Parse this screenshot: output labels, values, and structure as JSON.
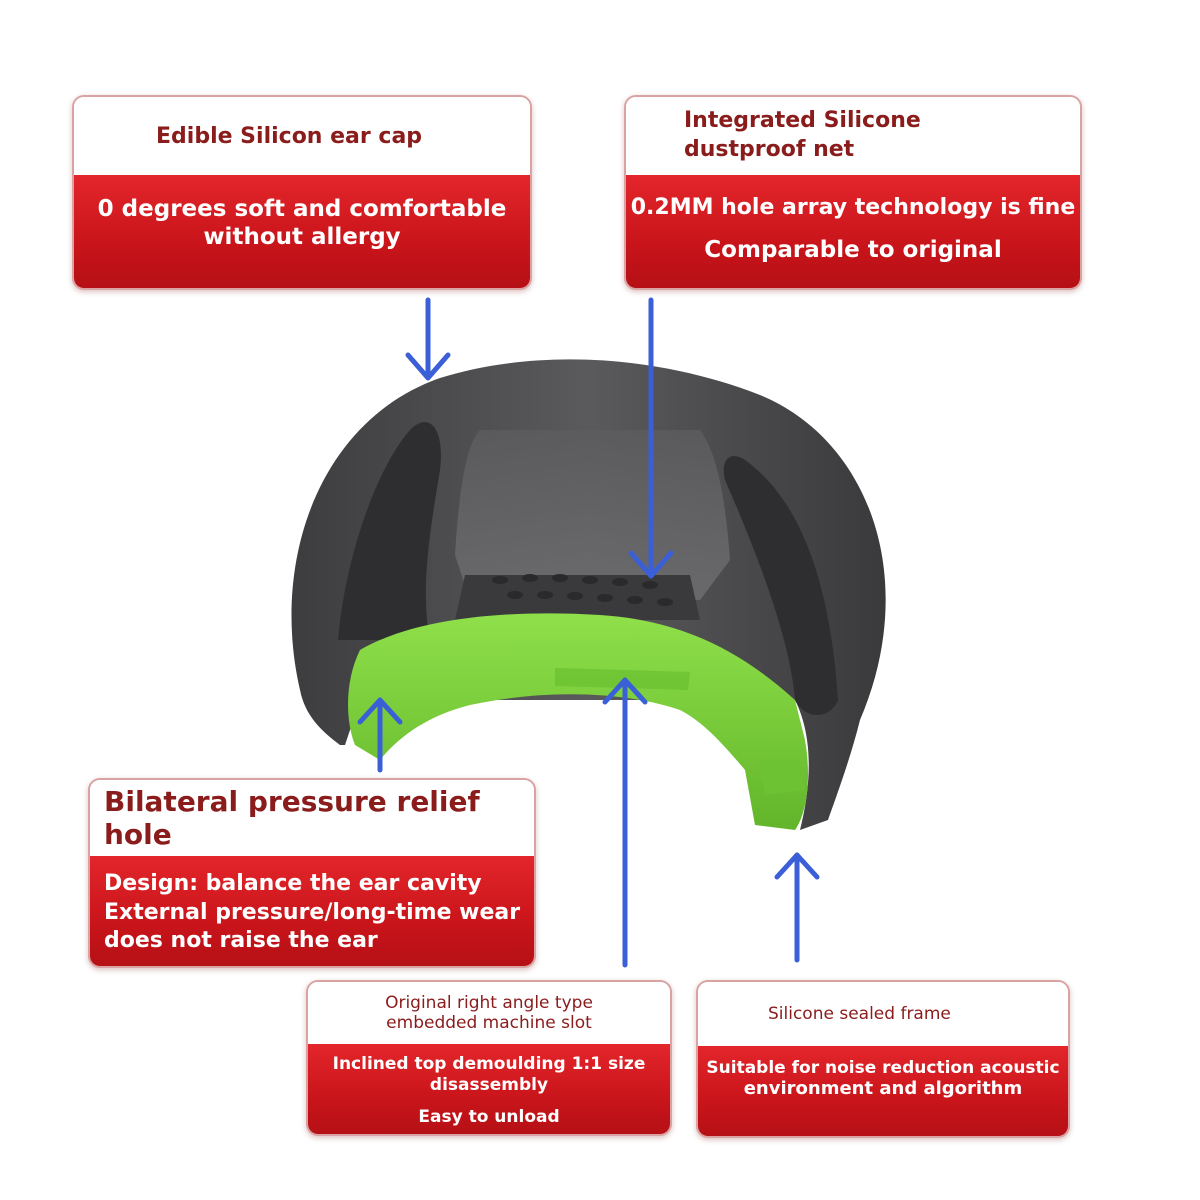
{
  "colors": {
    "accent_red": "#d41c22",
    "heading_text": "#8a1c1c",
    "arrow_blue": "#3b5fd6",
    "cap_gray": "#4a4a4c",
    "frame_green": "#7ed13a"
  },
  "callouts": {
    "ear_cap": {
      "heading": "Edible Silicon ear cap",
      "lines": [
        "0 degrees soft and comfortable",
        "without allergy"
      ]
    },
    "dustproof_net": {
      "heading_lines": [
        "Integrated Silicone",
        "dustproof net"
      ],
      "lines": [
        "0.2MM hole array technology is fine",
        "Comparable to original"
      ]
    },
    "pressure_relief": {
      "heading": "Bilateral pressure relief hole",
      "lines": [
        "Design: balance the ear cavity",
        "External pressure/long-time wear",
        "does not raise the ear"
      ]
    },
    "machine_slot": {
      "heading_lines": [
        "Original right angle type",
        "embedded machine slot"
      ],
      "lines": [
        "Inclined top demoulding 1:1 size",
        "disassembly",
        "Easy to unload"
      ]
    },
    "sealed_frame": {
      "heading": "Silicone sealed frame",
      "lines": [
        "Suitable for noise reduction acoustic",
        "environment and algorithm"
      ]
    }
  }
}
